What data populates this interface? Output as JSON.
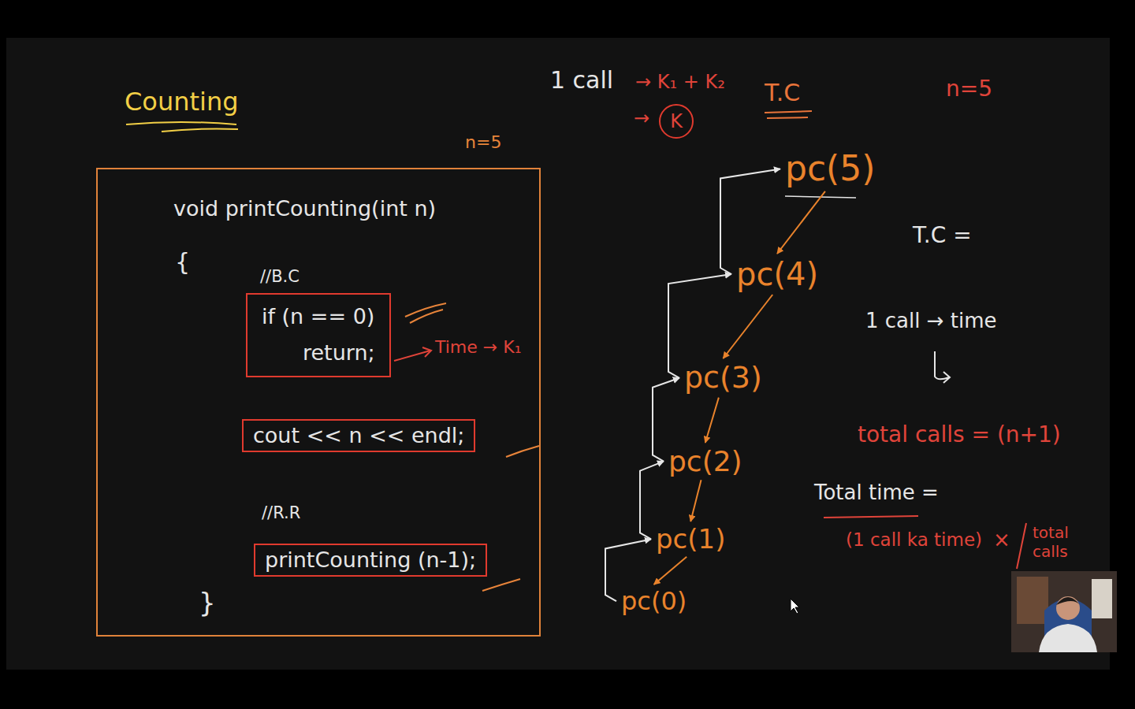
{
  "diagram": {
    "title": "Counting",
    "nodes": [
      {
        "text": [
          "void printCounting(int n)",
          "{",
          "//B.C",
          "//R.R",
          "}"
        ]
      },
      {
        "text": [
          "if (n == 0)",
          "return;"
        ],
        "in": 0
      },
      {
        "text": [
          "cout << n << endl;"
        ],
        "in": 0
      },
      {
        "text": [
          "printCounting (n-1);"
        ],
        "in": 0
      },
      {
        "text": [
          "K"
        ]
      },
      {
        "text": [
          "pc(5)"
        ]
      },
      {
        "text": [
          "pc(4)"
        ]
      },
      {
        "text": [
          "pc(3)"
        ]
      },
      {
        "text": [
          "pc(2)"
        ]
      },
      {
        "text": [
          "pc(1)"
        ]
      },
      {
        "text": [
          "pc(0)"
        ]
      }
    ],
    "edges": [
      {
        "from": 5,
        "to": 6,
        "arrow": "to"
      },
      {
        "from": 6,
        "to": 5,
        "arrow": "to"
      },
      {
        "from": 6,
        "to": 7,
        "arrow": "to"
      },
      {
        "from": 7,
        "to": 6,
        "arrow": "to"
      },
      {
        "from": 7,
        "to": 8,
        "arrow": "to"
      },
      {
        "from": 8,
        "to": 7,
        "arrow": "to"
      },
      {
        "from": 8,
        "to": 9,
        "arrow": "to"
      },
      {
        "from": 9,
        "to": 8,
        "arrow": "to"
      },
      {
        "from": 9,
        "to": 10,
        "arrow": "to"
      },
      {
        "from": 10,
        "to": 9,
        "arrow": "to"
      }
    ],
    "labels": [
      "n=5",
      "Time → K₁",
      "1 call",
      "→ K₁ + K₂",
      "→",
      "T.C",
      "n=5",
      "T.C =",
      "1 call → time",
      "total calls = (n+1)",
      "Total time =",
      "(1 call ka time)",
      "×",
      "total calls"
    ]
  }
}
